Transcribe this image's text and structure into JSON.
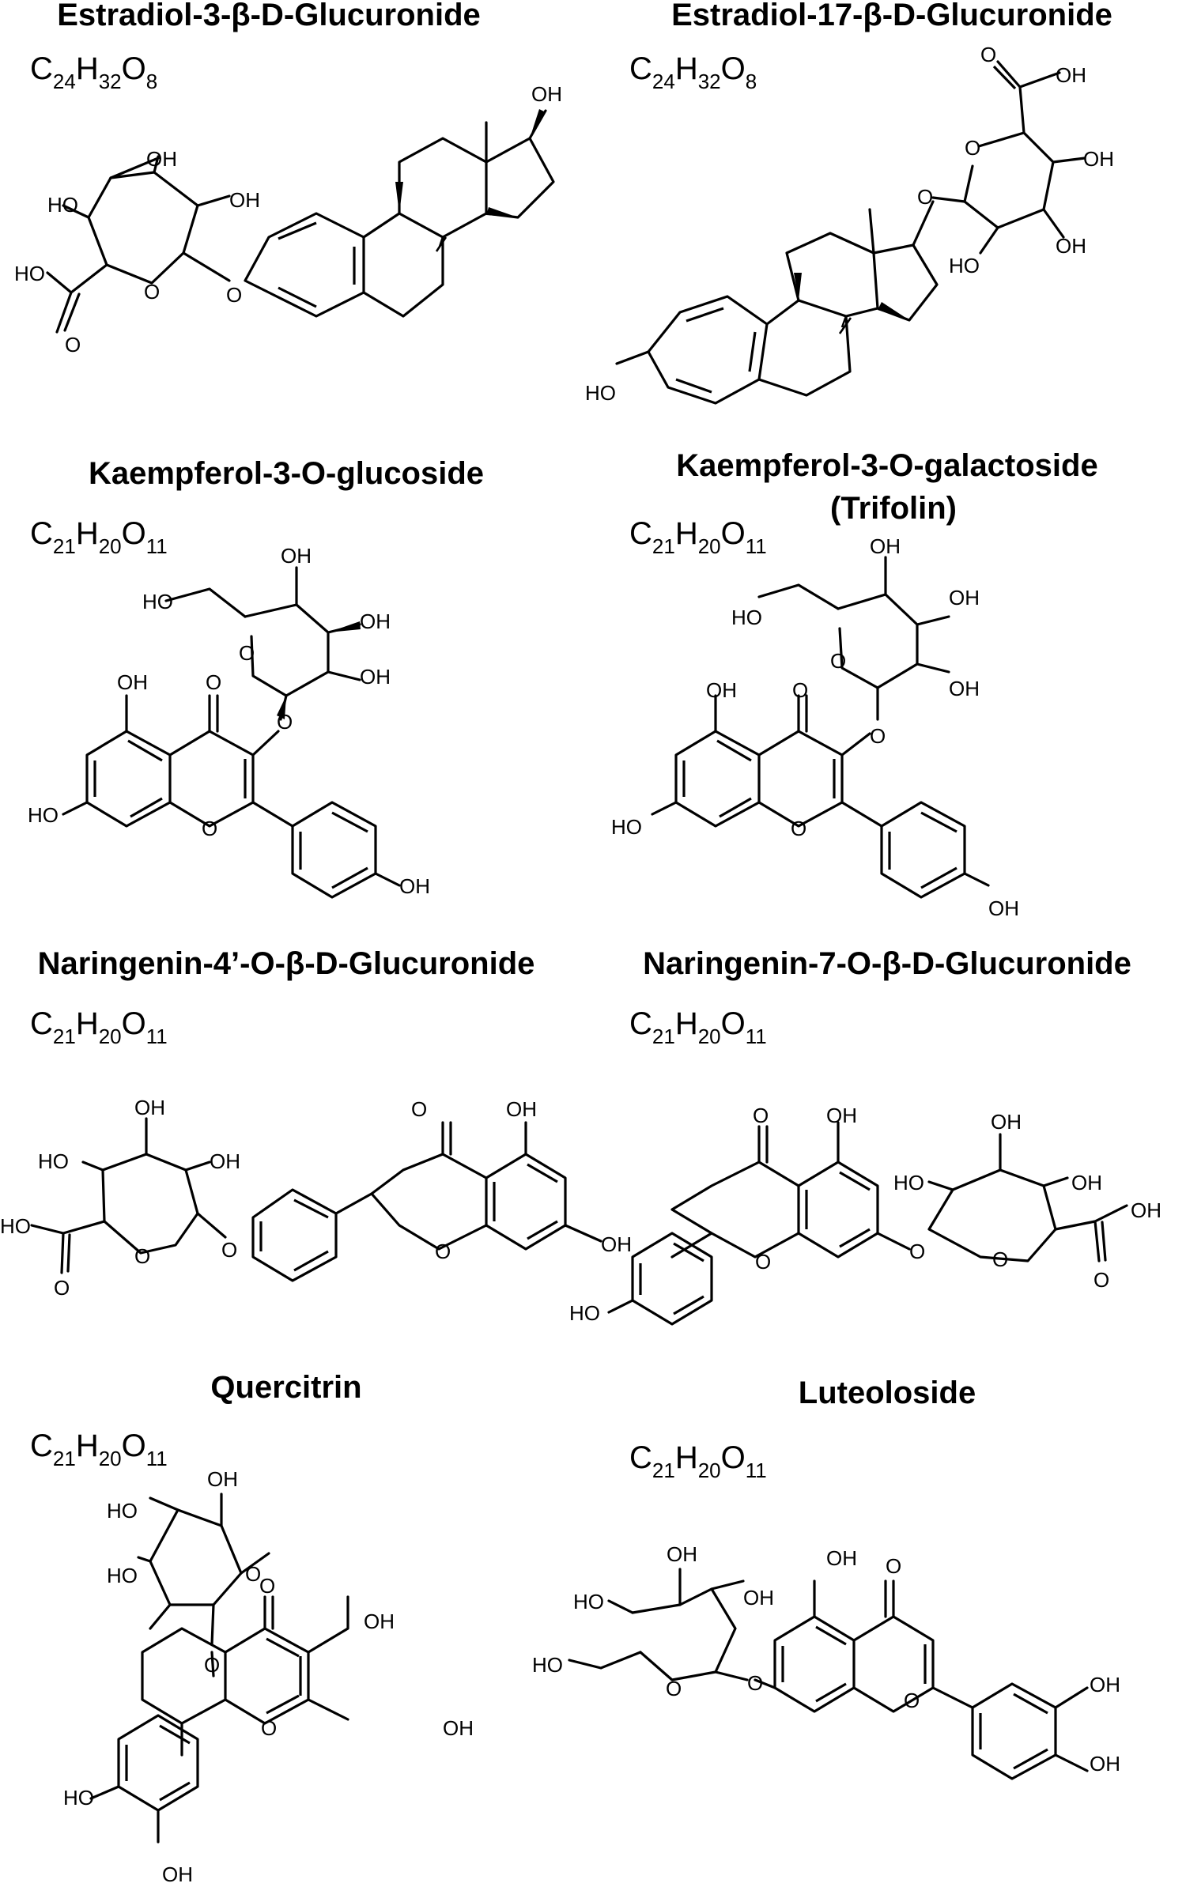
{
  "compounds": [
    {
      "title": "Estradiol-3-β-D-Glucuronide",
      "formula": {
        "c": "24",
        "h": "32",
        "o": "8"
      },
      "labels": [
        "OH",
        "HO",
        "OH",
        "HO",
        "O",
        "O",
        "O",
        "OH"
      ]
    },
    {
      "title": "Estradiol-17-β-D-Glucuronide",
      "formula": {
        "c": "24",
        "h": "32",
        "o": "8"
      },
      "labels": [
        "O",
        "OH",
        "O",
        "OH",
        "O",
        "HO",
        "OH",
        "HO"
      ]
    },
    {
      "title": "Kaempferol-3-O-glucoside",
      "formula": {
        "c": "21",
        "h": "20",
        "o": "11"
      },
      "labels": [
        "OH",
        "OH",
        "HO",
        "O",
        "OH",
        "O",
        "OH",
        "O",
        "HO",
        "O",
        "OH"
      ]
    },
    {
      "title": "Kaempferol-3-O-galactoside",
      "title2": "(Trifolin)",
      "formula": {
        "c": "21",
        "h": "20",
        "o": "11"
      },
      "labels": [
        "OH",
        "OH",
        "HO",
        "O",
        "OH",
        "O",
        "OH",
        "O",
        "HO",
        "O",
        "OH"
      ]
    },
    {
      "title": "Naringenin-4’-O-β-D-Glucuronide",
      "formula": {
        "c": "21",
        "h": "20",
        "o": "11"
      },
      "labels": [
        "O",
        "OH",
        "OH",
        "HO",
        "OH",
        "HO",
        "O",
        "O",
        "O",
        "O",
        "OH"
      ]
    },
    {
      "title": "Naringenin-7-O-β-D-Glucuronide",
      "formula": {
        "c": "21",
        "h": "20",
        "o": "11"
      },
      "labels": [
        "O",
        "OH",
        "OH",
        "HO",
        "OH",
        "O",
        "O",
        "O",
        "OH",
        "O",
        "HO"
      ]
    },
    {
      "title": "Quercitrin",
      "formula": {
        "c": "21",
        "h": "20",
        "o": "11"
      },
      "labels": [
        "OH",
        "HO",
        "HO",
        "O",
        "O",
        "OH",
        "O",
        "O",
        "OH",
        "HO",
        "OH"
      ]
    },
    {
      "title": "Luteoloside",
      "formula": {
        "c": "21",
        "h": "20",
        "o": "11"
      },
      "labels": [
        "OH",
        "OH",
        "HO",
        "OH",
        "O",
        "HO",
        "O",
        "O",
        "O",
        "OH",
        "OH"
      ]
    }
  ]
}
